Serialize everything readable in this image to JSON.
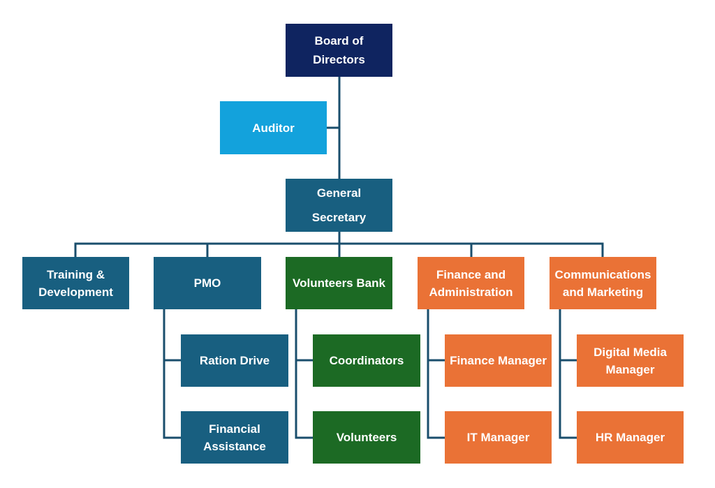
{
  "colors": {
    "line": "#1a4e6c",
    "navy": "#0f2460",
    "light_blue": "#13a2dc",
    "teal": "#185f80",
    "green": "#1c6a24",
    "orange": "#ea7236"
  },
  "org": {
    "board": "Board of\nDirectors",
    "auditor": "Auditor",
    "general_secretary": "General\nSecretary",
    "departments": {
      "training": {
        "label": "Training &\nDevelopment"
      },
      "pmo": {
        "label": "PMO",
        "children": [
          "Ration Drive",
          "Financial\nAssistance"
        ]
      },
      "volunteers_bank": {
        "label": "Volunteers Bank",
        "children": [
          "Coordinators",
          "Volunteers"
        ]
      },
      "finance": {
        "label": "Finance and\nAdministration",
        "children": [
          "Finance Manager",
          "IT Manager"
        ]
      },
      "communications": {
        "label": "Communications\nand Marketing",
        "children": [
          "Digital Media\nManager",
          "HR Manager"
        ]
      }
    }
  }
}
